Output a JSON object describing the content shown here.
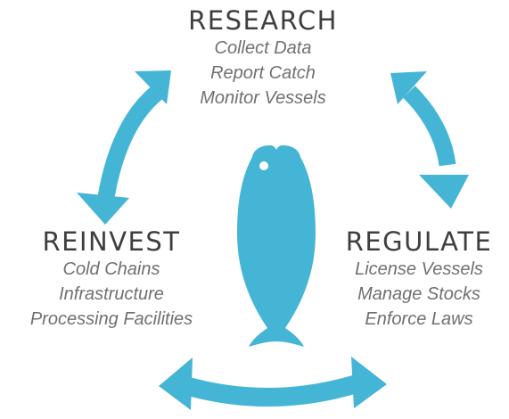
{
  "colors": {
    "accent": "#45b5d6",
    "heading": "#3f3f3f",
    "item_text": "#707070",
    "background": "#ffffff"
  },
  "research": {
    "title": "RESEARCH",
    "items": [
      "Collect Data",
      "Report Catch",
      "Monitor Vessels"
    ]
  },
  "reinvest": {
    "title": "REINVEST",
    "items": [
      "Cold Chains",
      "Infrastructure",
      "Processing Facilities"
    ]
  },
  "regulate": {
    "title": "REGULATE",
    "items": [
      "License Vessels",
      "Manage Stocks",
      "Enforce Laws"
    ]
  },
  "center_icon": "fish-icon"
}
